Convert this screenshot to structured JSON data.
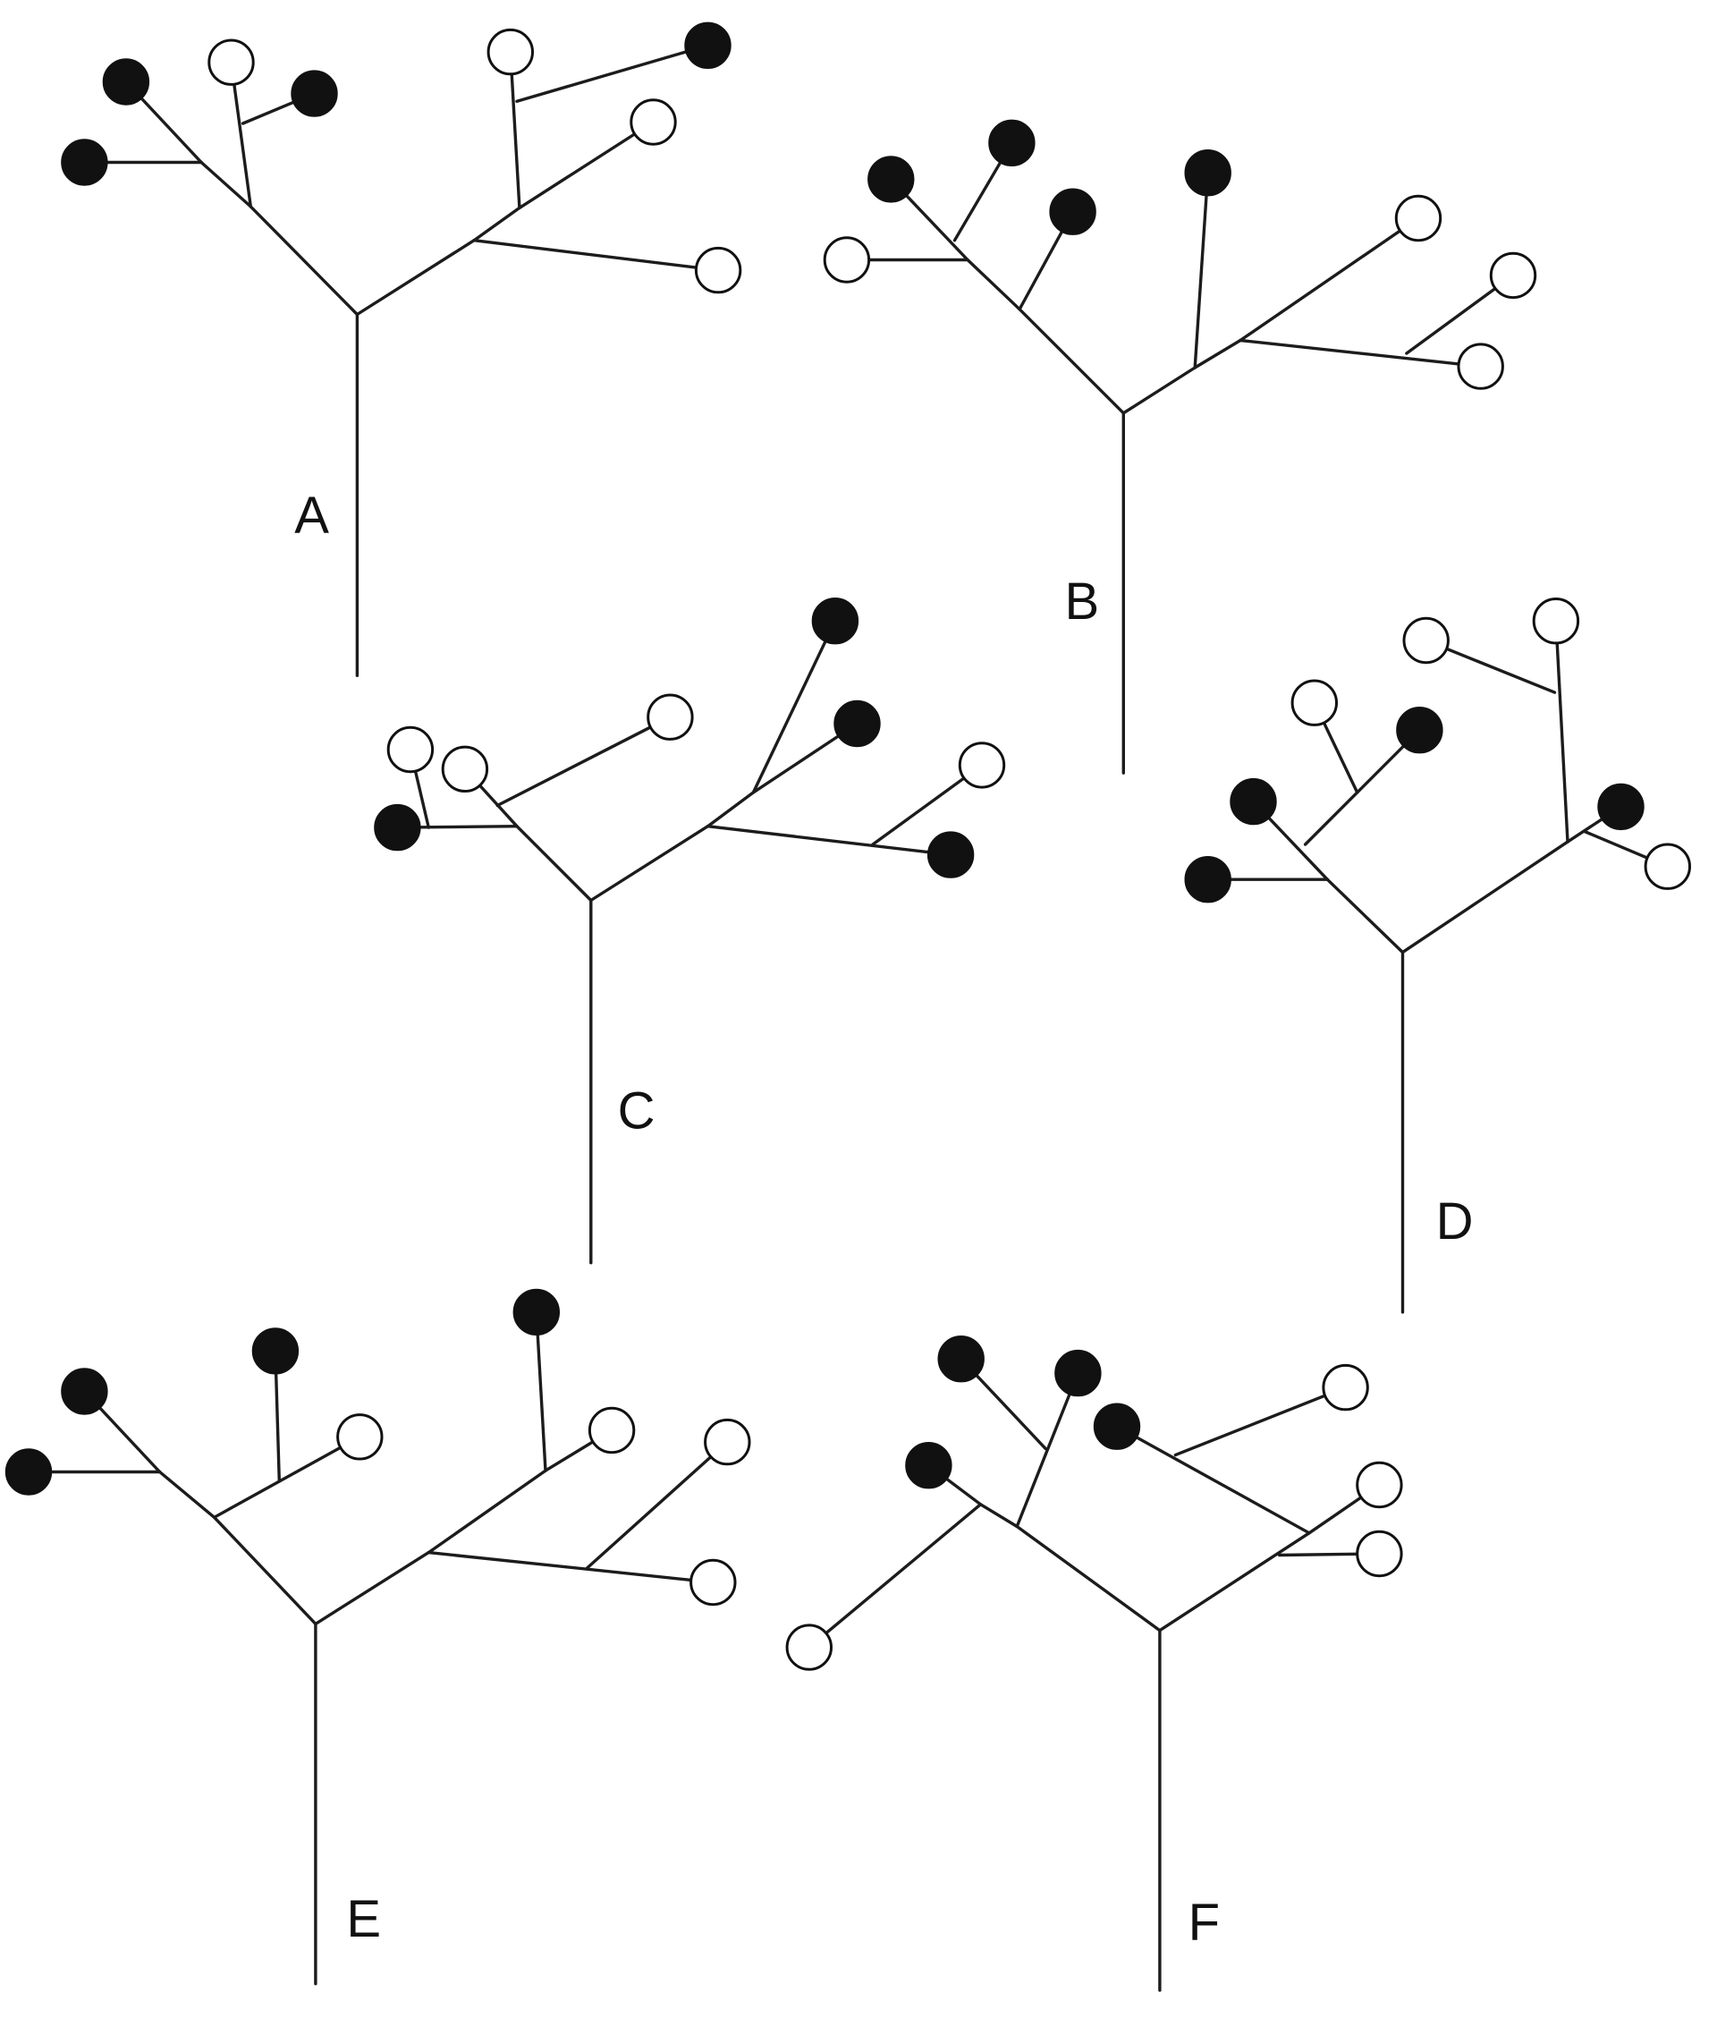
{
  "diagram": {
    "colors": {
      "ink": "#111111",
      "open_fill": "#ffffff",
      "background": "#ffffff"
    },
    "trees": [
      {
        "id": "A",
        "label": "A",
        "leaves": [
          "filled",
          "filled",
          "open",
          "filled",
          "open",
          "filled",
          "open",
          "open"
        ]
      },
      {
        "id": "B",
        "label": "B",
        "leaves": [
          "open",
          "filled",
          "filled",
          "filled",
          "filled",
          "open",
          "open",
          "open"
        ]
      },
      {
        "id": "C",
        "label": "C",
        "leaves": [
          "filled",
          "open",
          "open",
          "open",
          "filled",
          "filled",
          "open",
          "filled"
        ]
      },
      {
        "id": "D",
        "label": "D",
        "leaves": [
          "filled",
          "filled",
          "open",
          "filled",
          "open",
          "open",
          "filled",
          "open"
        ]
      },
      {
        "id": "E",
        "label": "E",
        "leaves": [
          "filled",
          "filled",
          "filled",
          "open",
          "filled",
          "open",
          "open",
          "open"
        ]
      },
      {
        "id": "F",
        "label": "F",
        "leaves": [
          "open",
          "filled",
          "filled",
          "filled",
          "filled",
          "open",
          "open",
          "open"
        ]
      }
    ]
  }
}
